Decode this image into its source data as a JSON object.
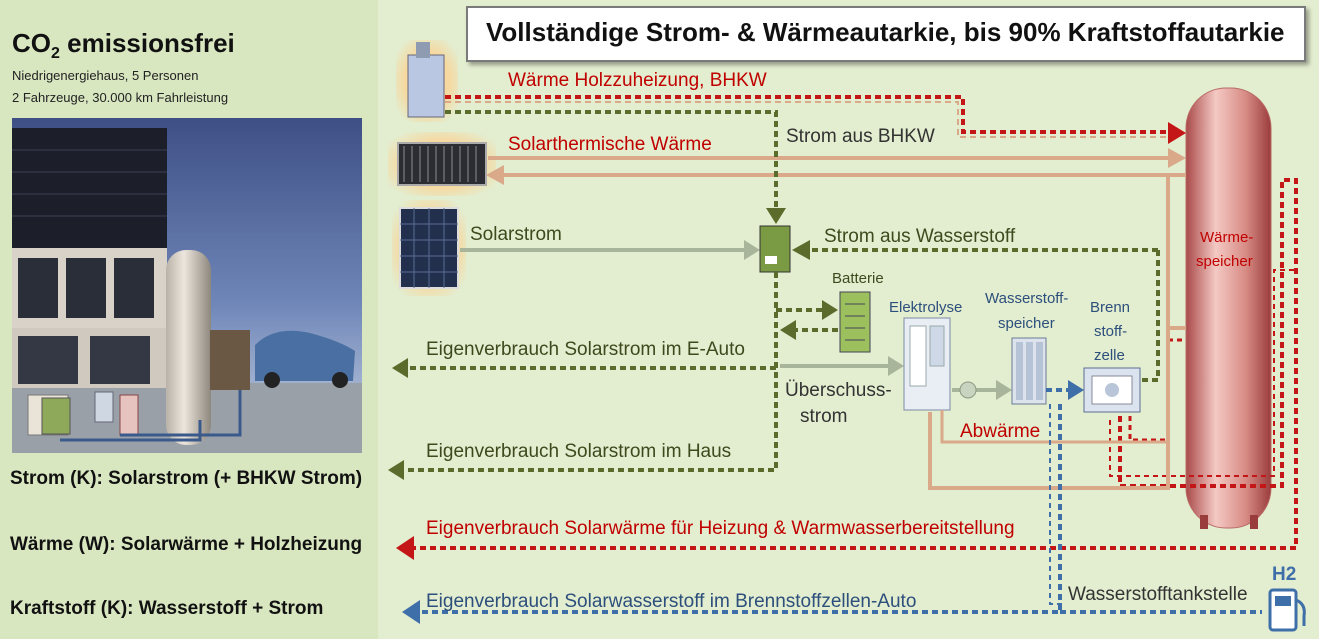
{
  "title": "Vollständige Strom- & Wärmeautarkie, bis 90% Kraftstoffautarkie",
  "left": {
    "heading_main": "CO",
    "heading_sub": "2",
    "heading_rest": "emissionsfrei",
    "line1": "Niedrigenergiehaus, 5 Personen",
    "line2": "2 Fahrzeuge, 30.000 km Fahrleistung",
    "summary": [
      "Strom (K): Solarstrom (+ BHKW Strom)",
      "Wärme (W): Solarwärme + Holzheizung",
      "Kraftstoff (K): Wasserstoff + Strom"
    ]
  },
  "labels": {
    "waerme_holz": "Wärme  Holzzuheizung, BHKW",
    "strom_bhkw": "Strom aus BHKW",
    "solarthermisch": "Solarthermische Wärme",
    "solarstrom": "Solarstrom",
    "strom_wasserstoff": "Strom aus Wasserstoff",
    "batterie": "Batterie",
    "elektrolyse": "Elektrolyse",
    "wasserstoffspeicher_1": "Wasserstoff-",
    "wasserstoffspeicher_2": "speicher",
    "brenn_1": "Brenn",
    "brenn_2": "stoff-",
    "brenn_3": "zelle",
    "ueberschuss_1": "Überschuss-",
    "ueberschuss_2": "strom",
    "abwaerme": "Abwärme",
    "eauto": "Eigenverbrauch Solarstrom im E-Auto",
    "haus": "Eigenverbrauch Solarstrom im Haus",
    "solarwaerme": "Eigenverbrauch Solarwärme für Heizung & Warmwasserbereitstellung",
    "solarwasserstoff": "Eigenverbrauch Solarwasserstoff im Brennstoffzellen-Auto",
    "tankstelle": "Wasserstofftankstelle",
    "h2": "H2",
    "waermespeicher_1": "Wärme-",
    "waermespeicher_2": "speicher"
  },
  "colors": {
    "green": "#5b6b2c",
    "red": "#c41616",
    "tan": "#d9a98a",
    "blue": "#3f6fa8",
    "grayline": "#a9b59a"
  }
}
